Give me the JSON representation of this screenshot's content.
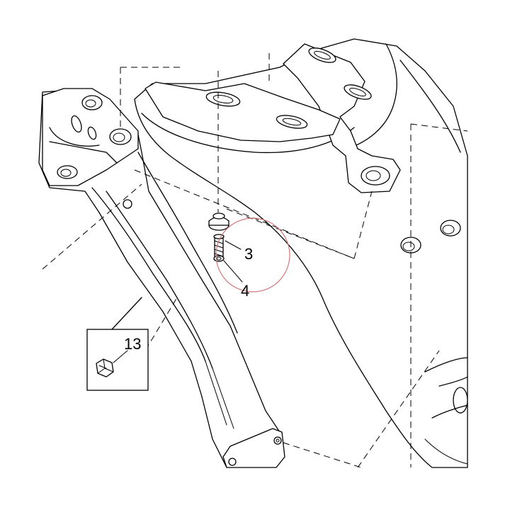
{
  "callouts": [
    {
      "id": "3",
      "label": "3"
    },
    {
      "id": "4",
      "label": "4"
    },
    {
      "id": "13",
      "label": "13"
    }
  ],
  "colors": {
    "line": "#000000",
    "background": "#ffffff",
    "highlight_circle": "#d2787a"
  }
}
